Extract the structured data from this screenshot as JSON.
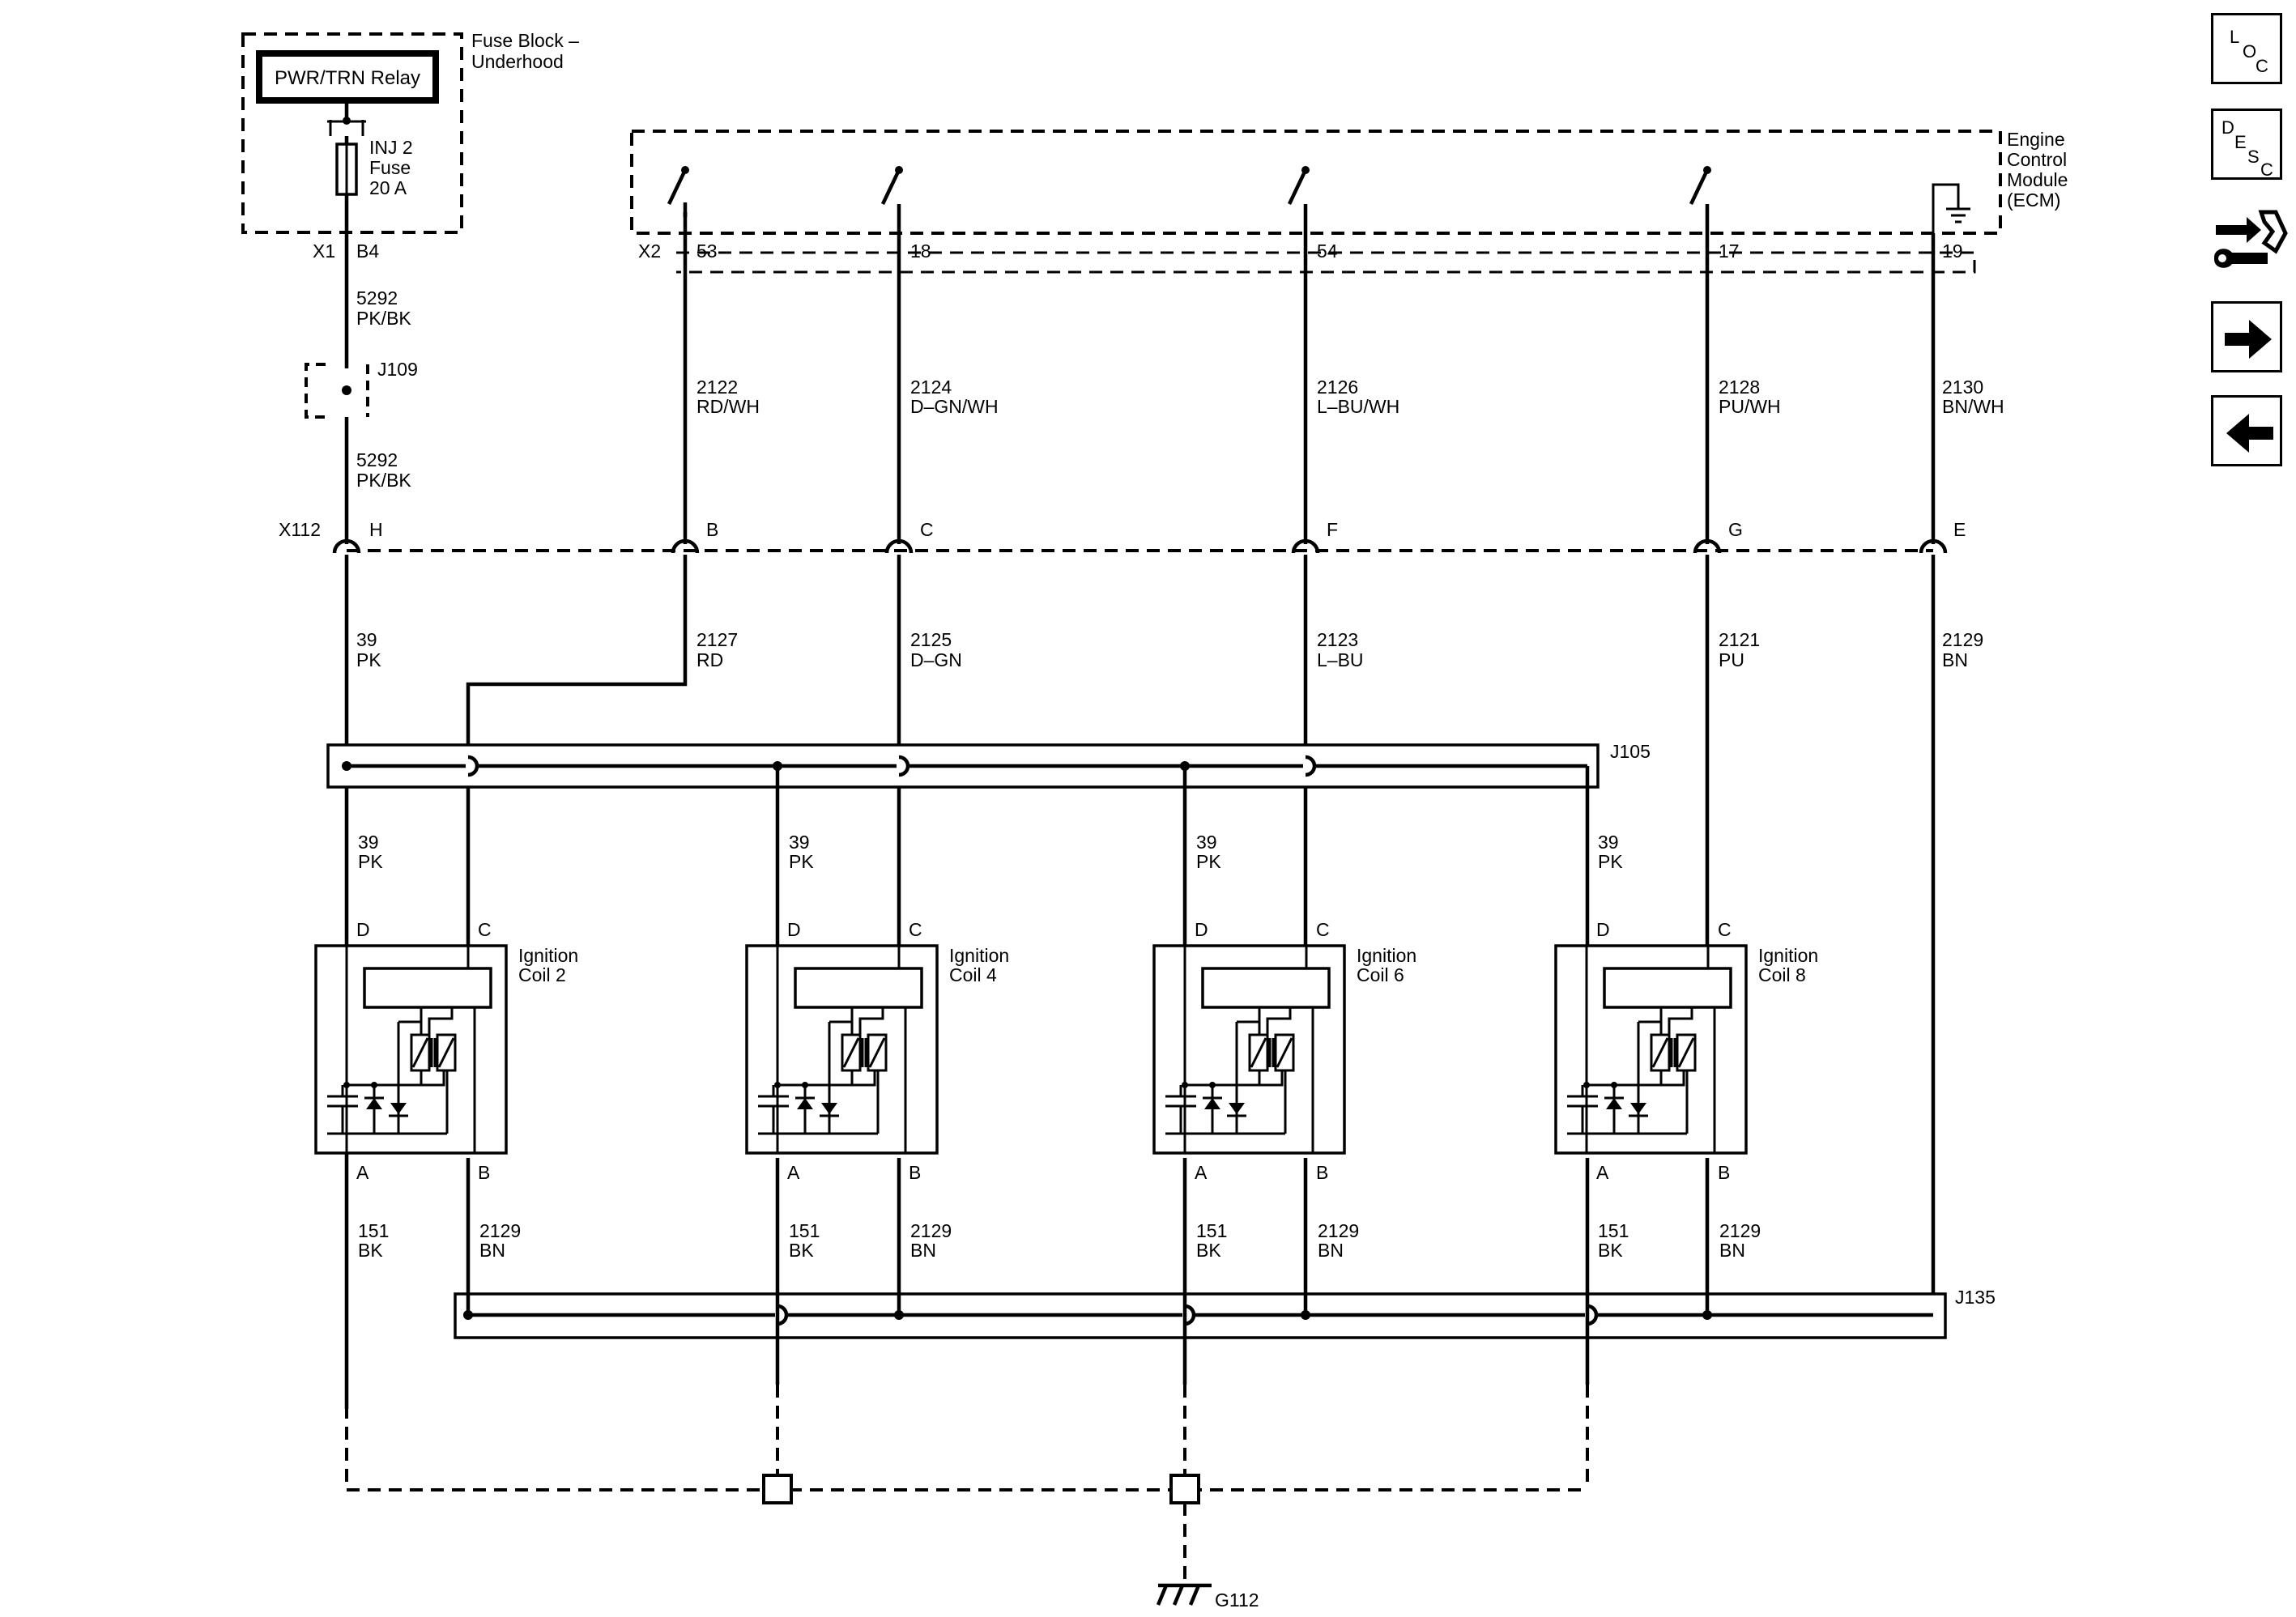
{
  "fuse_block": {
    "title_line1": "Fuse Block –",
    "title_line2": "Underhood",
    "relay_label": "PWR/TRN Relay",
    "fuse_line1": "INJ 2",
    "fuse_line2": "Fuse",
    "fuse_line3": "20 A",
    "connector": "X1",
    "pin": "B4"
  },
  "ecm": {
    "line1": "Engine",
    "line2": "Control",
    "line3": "Module",
    "line4": "(ECM)",
    "connector": "X2"
  },
  "j109": "J109",
  "x112": "X112",
  "j105": "J105",
  "j135": "J135",
  "ground": "G112",
  "feed_circuit": {
    "upper": {
      "num": "5292",
      "color": "PK/BK"
    },
    "lower": {
      "num": "5292",
      "color": "PK/BK"
    },
    "x112_pin": "H",
    "after_x112": {
      "num": "39",
      "color": "PK"
    }
  },
  "ecm_circuits": [
    {
      "ecm_pin": "53",
      "upper_num": "2122",
      "upper_color": "RD/WH",
      "x112_pin": "B",
      "lower_num": "2127",
      "lower_color": "RD"
    },
    {
      "ecm_pin": "18",
      "upper_num": "2124",
      "upper_color": "D–GN/WH",
      "x112_pin": "C",
      "lower_num": "2125",
      "lower_color": "D–GN"
    },
    {
      "ecm_pin": "54",
      "upper_num": "2126",
      "upper_color": "L–BU/WH",
      "x112_pin": "F",
      "lower_num": "2123",
      "lower_color": "L–BU"
    },
    {
      "ecm_pin": "17",
      "upper_num": "2128",
      "upper_color": "PU/WH",
      "x112_pin": "G",
      "lower_num": "2121",
      "lower_color": "PU"
    },
    {
      "ecm_pin": "19",
      "upper_num": "2130",
      "upper_color": "BN/WH",
      "x112_pin": "E",
      "lower_num": "2129",
      "lower_color": "BN"
    }
  ],
  "coils": [
    {
      "name_line1": "Ignition",
      "name_line2": "Coil 2",
      "pin_d": "D",
      "pin_c": "C",
      "pin_a": "A",
      "pin_b": "B",
      "d_num": "39",
      "d_color": "PK",
      "a_num": "151",
      "a_color": "BK",
      "b_num": "2129",
      "b_color": "BN"
    },
    {
      "name_line1": "Ignition",
      "name_line2": "Coil 4",
      "pin_d": "D",
      "pin_c": "C",
      "pin_a": "A",
      "pin_b": "B",
      "d_num": "39",
      "d_color": "PK",
      "a_num": "151",
      "a_color": "BK",
      "b_num": "2129",
      "b_color": "BN"
    },
    {
      "name_line1": "Ignition",
      "name_line2": "Coil 6",
      "pin_d": "D",
      "pin_c": "C",
      "pin_a": "A",
      "pin_b": "B",
      "d_num": "39",
      "d_color": "PK",
      "a_num": "151",
      "a_color": "BK",
      "b_num": "2129",
      "b_color": "BN"
    },
    {
      "name_line1": "Ignition",
      "name_line2": "Coil 8",
      "pin_d": "D",
      "pin_c": "C",
      "pin_a": "A",
      "pin_b": "B",
      "d_num": "39",
      "d_color": "PK",
      "a_num": "151",
      "a_color": "BK",
      "b_num": "2129",
      "b_color": "BN"
    }
  ],
  "nav": [
    {
      "name": "loc-button",
      "icon": "location-icon",
      "letters": [
        "L",
        "O",
        "C"
      ]
    },
    {
      "name": "desc-button",
      "icon": "description-icon",
      "letters": [
        "D",
        "E",
        "S",
        "C"
      ]
    },
    {
      "name": "connector-button",
      "icon": "connector-wrench-icon"
    },
    {
      "name": "next-button",
      "icon": "arrow-right-icon"
    },
    {
      "name": "previous-button",
      "icon": "arrow-left-icon"
    }
  ]
}
